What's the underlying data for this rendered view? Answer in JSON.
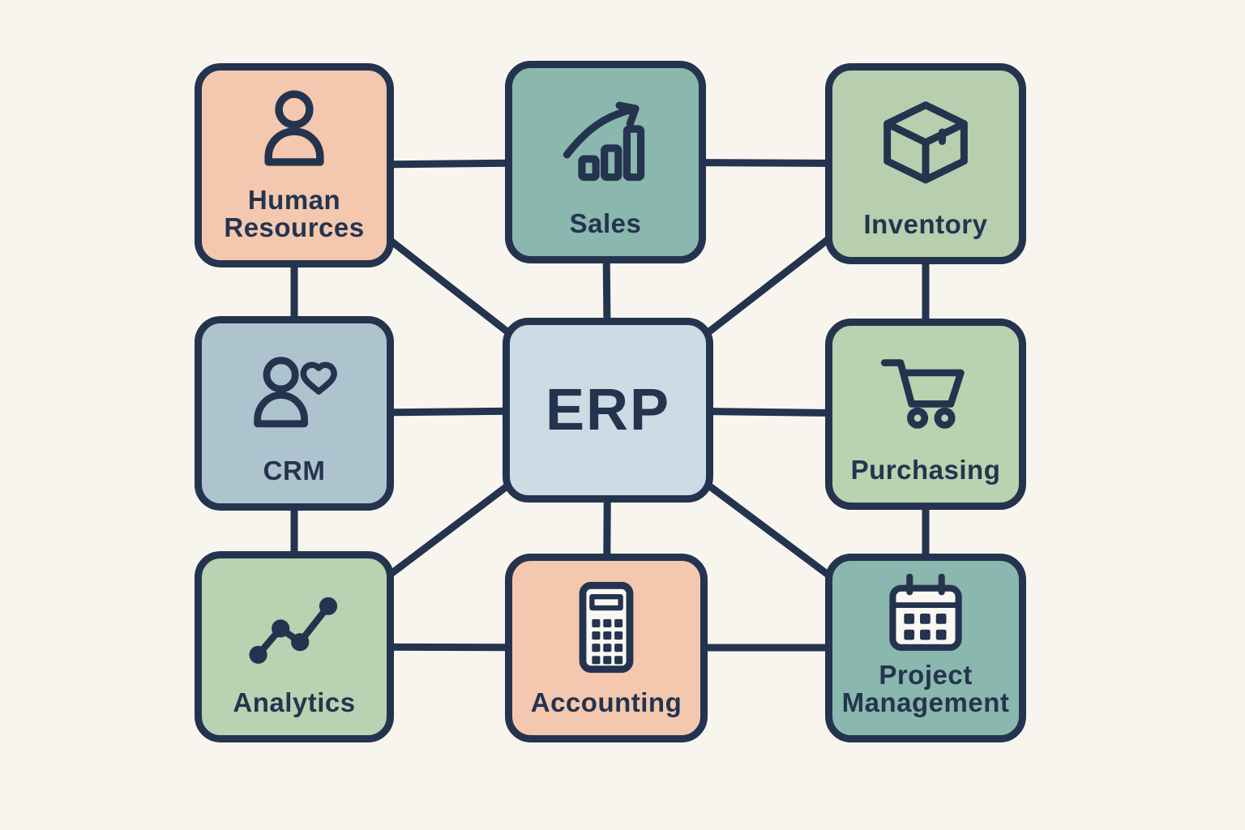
{
  "background": "#f8f5ef",
  "stroke": "#24344f",
  "diagram": {
    "title": "ERP system modules diagram",
    "nodes": [
      {
        "id": "hr",
        "label": "Human Resources",
        "icon": "person-icon",
        "fill": "#f4c8ae"
      },
      {
        "id": "sales",
        "label": "Sales",
        "icon": "growth-chart-icon",
        "fill": "#8ab7ae"
      },
      {
        "id": "inventory",
        "label": "Inventory",
        "icon": "package-box-icon",
        "fill": "#b7cfae"
      },
      {
        "id": "crm",
        "label": "CRM",
        "icon": "person-heart-icon",
        "fill": "#adc4ce"
      },
      {
        "id": "erp",
        "label": "ERP",
        "icon": "",
        "fill": "#ccdbe4"
      },
      {
        "id": "purchasing",
        "label": "Purchasing",
        "icon": "shopping-cart-icon",
        "fill": "#b9d2af"
      },
      {
        "id": "analytics",
        "label": "Analytics",
        "icon": "line-graph-icon",
        "fill": "#b9d2b1"
      },
      {
        "id": "accounting",
        "label": "Accounting",
        "icon": "calculator-icon",
        "fill": "#f4c8ae"
      },
      {
        "id": "pm",
        "label": "Project Management",
        "icon": "calendar-icon",
        "fill": "#8ab7ae"
      }
    ],
    "connections": [
      [
        "hr",
        "sales"
      ],
      [
        "sales",
        "inventory"
      ],
      [
        "hr",
        "crm"
      ],
      [
        "inventory",
        "purchasing"
      ],
      [
        "sales",
        "erp"
      ],
      [
        "crm",
        "erp"
      ],
      [
        "erp",
        "purchasing"
      ],
      [
        "hr",
        "erp"
      ],
      [
        "inventory",
        "erp"
      ],
      [
        "crm",
        "analytics"
      ],
      [
        "purchasing",
        "pm"
      ],
      [
        "erp",
        "accounting"
      ],
      [
        "erp",
        "analytics"
      ],
      [
        "erp",
        "pm"
      ],
      [
        "analytics",
        "accounting"
      ],
      [
        "accounting",
        "pm"
      ]
    ]
  }
}
